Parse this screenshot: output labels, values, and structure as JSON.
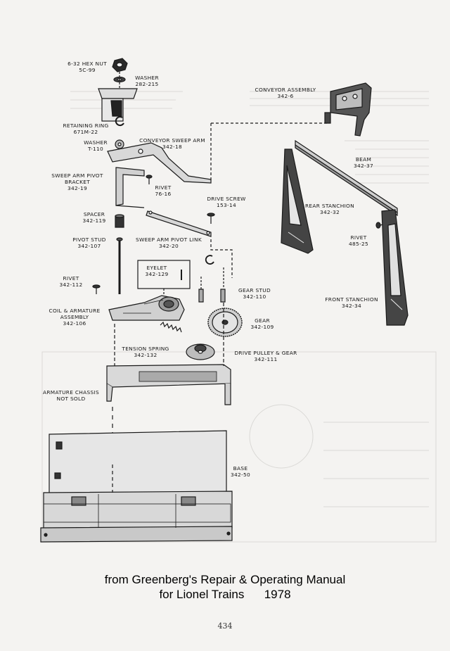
{
  "parts": {
    "hex_nut": {
      "name": "6-32 HEX NUT",
      "num": "5C-99"
    },
    "washer_282": {
      "name": "WASHER",
      "num": "282-215"
    },
    "retaining_ring": {
      "name": "RETAINING RING",
      "num": "671M-22"
    },
    "washer_t110": {
      "name": "WASHER",
      "num": "T-110"
    },
    "conveyor_sweep_arm": {
      "name": "CONVEYOR SWEEP ARM",
      "num": "342-18"
    },
    "conveyor_assembly": {
      "name": "CONVEYOR ASSEMBLY",
      "num": "342-6"
    },
    "sweep_arm_pivot_bracket": {
      "line1": "SWEEP ARM PIVOT",
      "line2": "BRACKET",
      "num": "342-19"
    },
    "rivet_76": {
      "name": "RIVET",
      "num": "76-16"
    },
    "drive_screw": {
      "name": "DRIVE SCREW",
      "num": "153-14"
    },
    "beam": {
      "name": "BEAM",
      "num": "342-37"
    },
    "rear_stanchion": {
      "name": "REAR STANCHION",
      "num": "342-32"
    },
    "spacer": {
      "name": "SPACER",
      "num": "342-119"
    },
    "pivot_stud": {
      "name": "PIVOT STUD",
      "num": "342-107"
    },
    "sweep_arm_pivot_link": {
      "name": "SWEEP ARM PIVOT LINK",
      "num": "342-20"
    },
    "rivet_485": {
      "name": "RIVET",
      "num": "485-25"
    },
    "eyelet": {
      "name": "EYELET",
      "num": "342-129"
    },
    "rivet_342": {
      "name": "RIVET",
      "num": "342-112"
    },
    "gear_stud": {
      "name": "GEAR STUD",
      "num": "342-110"
    },
    "front_stanchion": {
      "name": "FRONT STANCHION",
      "num": "342-34"
    },
    "coil_armature": {
      "line1": "COIL & ARMATURE",
      "line2": "ASSEMBLY",
      "num": "342-106"
    },
    "gear": {
      "name": "GEAR",
      "num": "342-109"
    },
    "tension_spring": {
      "name": "TENSION SPRING",
      "num": "342-132"
    },
    "drive_pulley_gear": {
      "name": "DRIVE PULLEY & GEAR",
      "num": "342-111"
    },
    "armature_chassis": {
      "line1": "ARMATURE CHASSIS",
      "line2": "NOT SOLD"
    },
    "base": {
      "name": "BASE",
      "num": "342-50"
    }
  },
  "caption": {
    "line1": "from Greenberg's Repair & Operating Manual",
    "line2": "for Lionel Trains      1978"
  },
  "page_number": "434"
}
